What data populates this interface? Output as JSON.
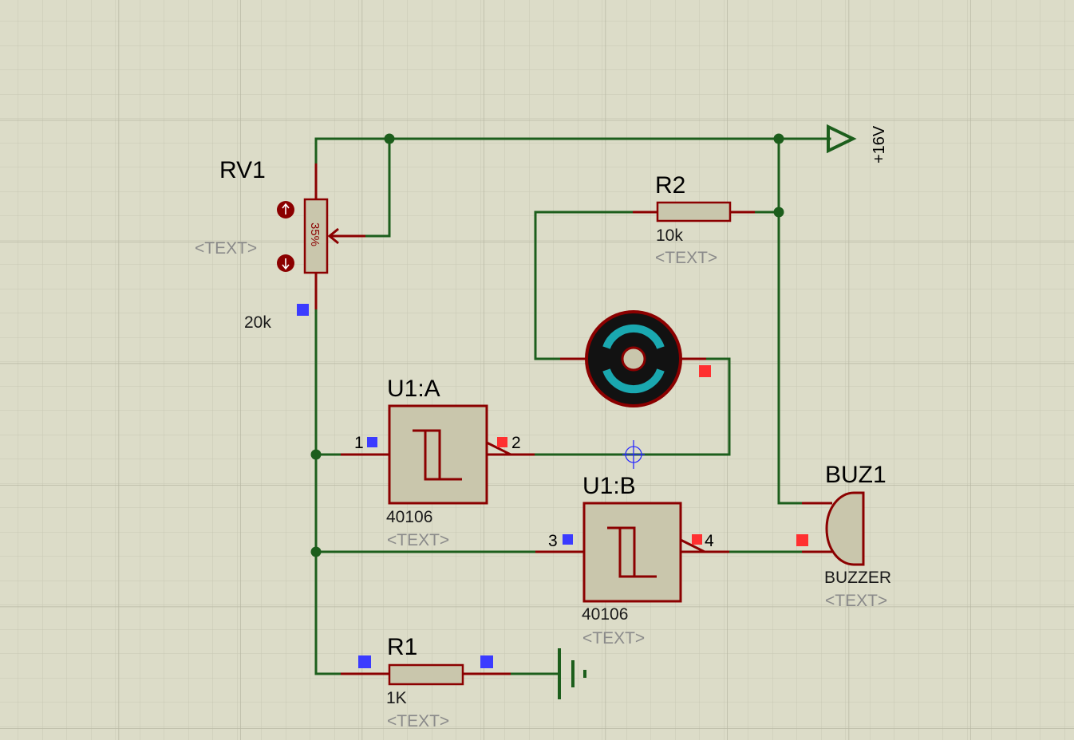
{
  "colors": {
    "background": "#dcdcc8",
    "grid_minor": "#c8c8b4",
    "grid_major": "#b6b6a2",
    "wire": "#1c5e1c",
    "component_fill": "#c9c6ac",
    "component_stroke": "#8b0000",
    "pin_blue": "#3b3bff",
    "pin_red": "#ff3030",
    "motor_ring": "#1aa8b0"
  },
  "power": {
    "label": "+16V"
  },
  "rv1": {
    "ref": "RV1",
    "value": "20k",
    "text": "<TEXT>",
    "setting": "35%"
  },
  "r2": {
    "ref": "R2",
    "value": "10k",
    "text": "<TEXT>"
  },
  "r1": {
    "ref": "R1",
    "value": "1K",
    "text": "<TEXT>"
  },
  "u1a": {
    "ref": "U1:A",
    "part": "40106",
    "text": "<TEXT>",
    "pin_in": "1",
    "pin_out": "2"
  },
  "u1b": {
    "ref": "U1:B",
    "part": "40106",
    "text": "<TEXT>",
    "pin_in": "3",
    "pin_out": "4"
  },
  "buz1": {
    "ref": "BUZ1",
    "value": "BUZZER",
    "text": "<TEXT>"
  },
  "icons": [
    "ground-icon",
    "power-arrow-icon",
    "motor-icon",
    "schmitt-trigger-icon",
    "crosshair-icon",
    "buzzer-icon"
  ]
}
